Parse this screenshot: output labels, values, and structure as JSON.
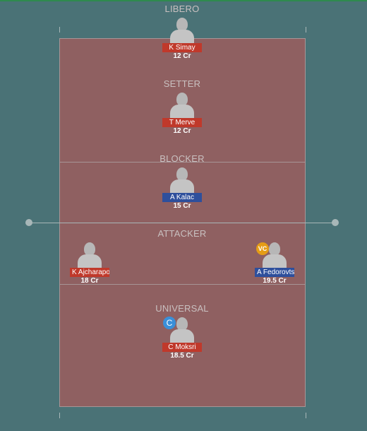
{
  "field": {
    "colors": {
      "background": "#4a7276",
      "court": "#8f6061",
      "captain_badge": "#3a8fd8",
      "vice_captain_badge": "#e59c16",
      "team_a_tag": "#c0392b",
      "team_b_tag": "#2e4f9c"
    }
  },
  "roles": {
    "libero": "LIBERO",
    "setter": "SETTER",
    "blocker": "BLOCKER",
    "attacker": "ATTACKER",
    "universal": "UNIVERSAL"
  },
  "players": {
    "libero_1": {
      "name": "K Simay",
      "credits": "12 Cr",
      "team": "red"
    },
    "setter_1": {
      "name": "T Merve",
      "credits": "12 Cr",
      "team": "red"
    },
    "blocker_1": {
      "name": "A Kalac",
      "credits": "15 Cr",
      "team": "blue"
    },
    "attacker_1": {
      "name": "K Ajcharaporn",
      "credits": "18 Cr",
      "team": "red"
    },
    "attacker_2": {
      "name": "A Fedorovtseva",
      "credits": "19.5 Cr",
      "team": "blue",
      "badge": "VC"
    },
    "universal_1": {
      "name": "C Moksri",
      "credits": "18.5 Cr",
      "team": "red",
      "badge": "C"
    }
  }
}
